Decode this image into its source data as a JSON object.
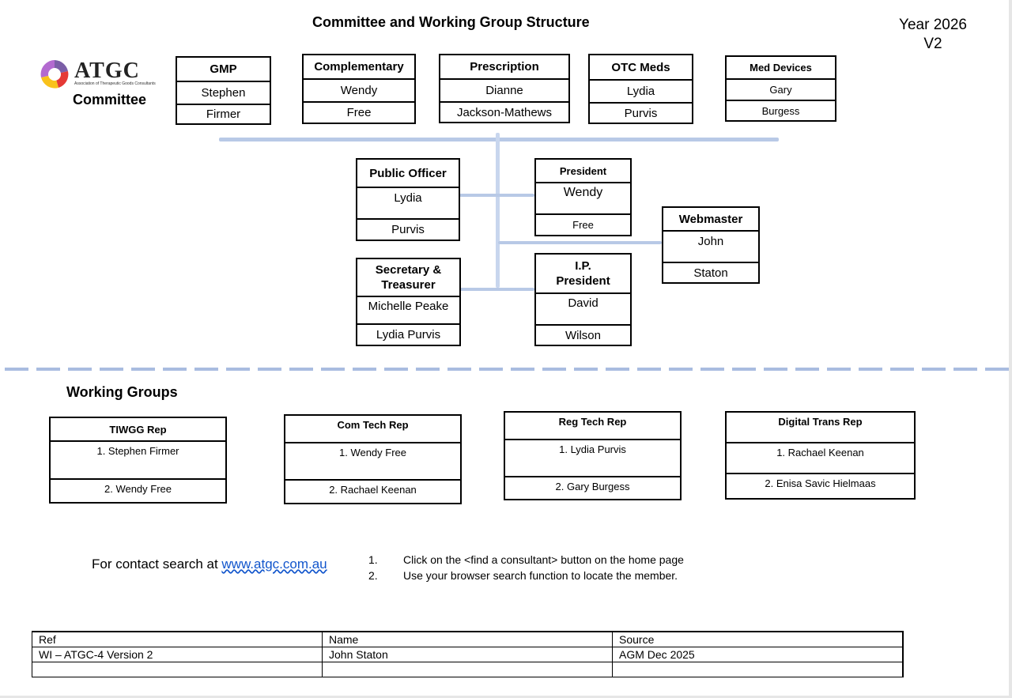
{
  "document": {
    "title": "Committee and Working  Group Structure",
    "year": "Year 2026",
    "version": "V2"
  },
  "logo": {
    "name": "ATGC",
    "tagline": "Association of Therapeutic Goods Consultants",
    "caption": "Committee"
  },
  "committee_boxes": [
    {
      "title": "GMP",
      "first": "Stephen",
      "last": "Firmer"
    },
    {
      "title": "Complementary",
      "first": "Wendy",
      "last": "Free"
    },
    {
      "title": "Prescription",
      "first": "Dianne",
      "last": "Jackson-Mathews"
    },
    {
      "title": "OTC Meds",
      "first": "Lydia",
      "last": "Purvis"
    },
    {
      "title": "Med Devices",
      "first": "Gary",
      "last": "Burgess"
    }
  ],
  "officers": {
    "public_officer": {
      "title": "Public Officer",
      "first": "Lydia",
      "last": "Purvis"
    },
    "president": {
      "title": "President",
      "first": "Wendy",
      "last": "Free"
    },
    "webmaster": {
      "title": "Webmaster",
      "first": "John",
      "last": "Staton"
    },
    "secretary": {
      "title": "Secretary & Treasurer",
      "first": "Michelle Peake",
      "last": "Lydia Purvis"
    },
    "ip_president": {
      "title": "I.P. President",
      "first": "David",
      "last": "Wilson"
    }
  },
  "working_groups": {
    "heading": "Working Groups",
    "groups": [
      {
        "title": "TIWGG Rep",
        "first": "1. Stephen Firmer",
        "second": "2. Wendy Free"
      },
      {
        "title": "Com Tech Rep",
        "first": "1. Wendy Free",
        "second": "2. Rachael Keenan"
      },
      {
        "title": "Reg Tech Rep",
        "first": "1. Lydia Purvis",
        "second": "2. Gary Burgess"
      },
      {
        "title": "Digital Trans Rep",
        "first": "1. Rachael Keenan",
        "second": "2. Enisa Savic Hielmaas"
      }
    ]
  },
  "contact": {
    "text": "For contact search at ",
    "link": "www.atgc.com.au",
    "steps": [
      {
        "num": "1.",
        "text": "Click on the <find a consultant> button on the home page"
      },
      {
        "num": "2.",
        "text": "Use your browser search function to locate the member."
      }
    ]
  },
  "footer_table": {
    "headers": [
      "Ref",
      "Name",
      "Source"
    ],
    "row": [
      "WI – ATGC-4 Version 2",
      "John Staton",
      "AGM Dec 2025"
    ]
  },
  "colors": {
    "connector": "#b8c9e6",
    "dash": "#a9bce0",
    "link": "#1155cc"
  }
}
